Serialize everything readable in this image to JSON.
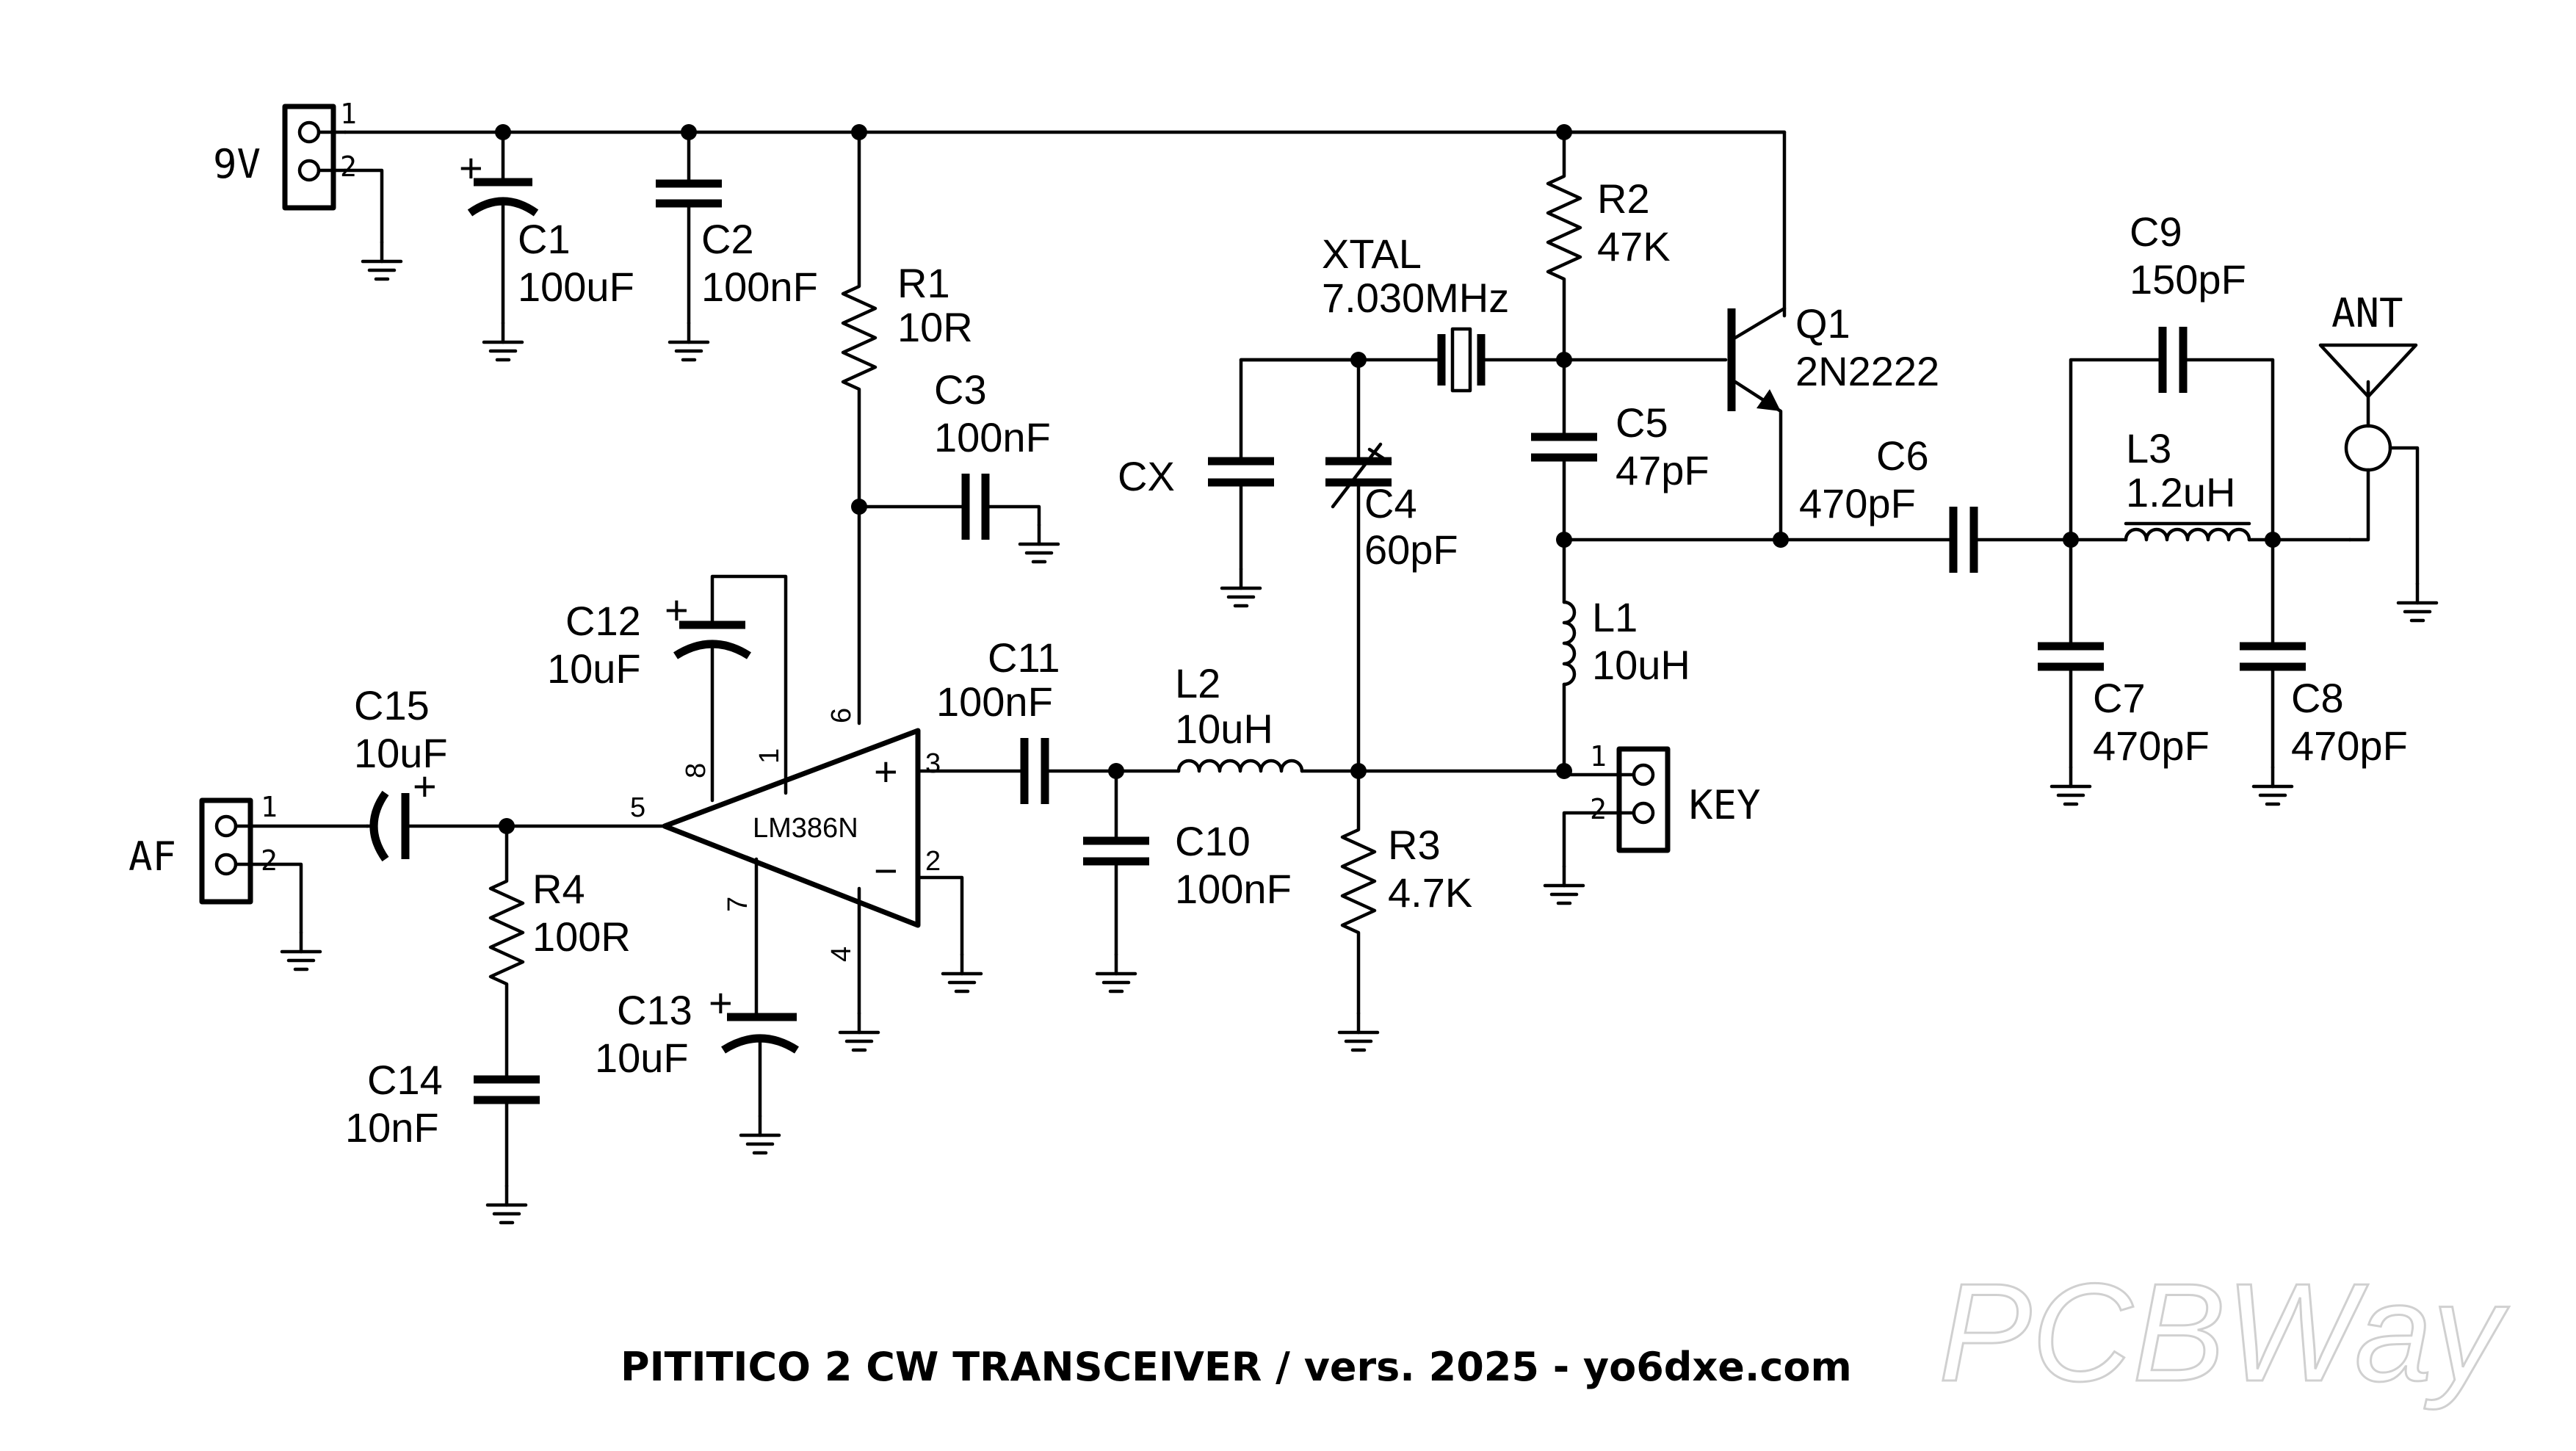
{
  "title": "PITITICO 2 CW TRANSCEIVER / vers. 2025 - yo6dxe.com",
  "watermark": "PCBWay",
  "connectors": {
    "power": {
      "label": "9V",
      "pin1": "1",
      "pin2": "2"
    },
    "af": {
      "label": "AF",
      "pin1": "1",
      "pin2": "2"
    },
    "key": {
      "label": "KEY",
      "pin1": "1",
      "pin2": "2"
    },
    "ant": {
      "label": "ANT"
    }
  },
  "components": {
    "C1": {
      "ref": "C1",
      "value": "100uF"
    },
    "C2": {
      "ref": "C2",
      "value": "100nF"
    },
    "R1": {
      "ref": "R1",
      "value": "10R"
    },
    "C3": {
      "ref": "C3",
      "value": "100nF"
    },
    "XTAL": {
      "ref": "XTAL",
      "value": "7.030MHz"
    },
    "CX": {
      "ref": "CX"
    },
    "C4": {
      "ref": "C4",
      "value": "60pF"
    },
    "R2": {
      "ref": "R2",
      "value": "47K"
    },
    "C5": {
      "ref": "C5",
      "value": "47pF"
    },
    "Q1": {
      "ref": "Q1",
      "value": "2N2222"
    },
    "C6": {
      "ref": "C6",
      "value": "470pF"
    },
    "C9": {
      "ref": "C9",
      "value": "150pF"
    },
    "L3": {
      "ref": "L3",
      "value": "1.2uH"
    },
    "C7": {
      "ref": "C7",
      "value": "470pF"
    },
    "C8": {
      "ref": "C8",
      "value": "470pF"
    },
    "L1": {
      "ref": "L1",
      "value": "10uH"
    },
    "C12": {
      "ref": "C12",
      "value": "10uF"
    },
    "C11": {
      "ref": "C11",
      "value": "100nF"
    },
    "L2": {
      "ref": "L2",
      "value": "10uH"
    },
    "C10": {
      "ref": "C10",
      "value": "100nF"
    },
    "R3": {
      "ref": "R3",
      "value": "4.7K"
    },
    "C15": {
      "ref": "C15",
      "value": "10uF"
    },
    "R4": {
      "ref": "R4",
      "value": "100R"
    },
    "C13": {
      "ref": "C13",
      "value": "10uF"
    },
    "C14": {
      "ref": "C14",
      "value": "10nF"
    },
    "U1": {
      "value": "LM386N",
      "pin_plus": "+",
      "pin_minus": "−",
      "pins": {
        "p1": "1",
        "p2": "2",
        "p3": "3",
        "p4": "4",
        "p5": "5",
        "p6": "6",
        "p7": "7",
        "p8": "8"
      }
    }
  },
  "cap_plus": "+"
}
